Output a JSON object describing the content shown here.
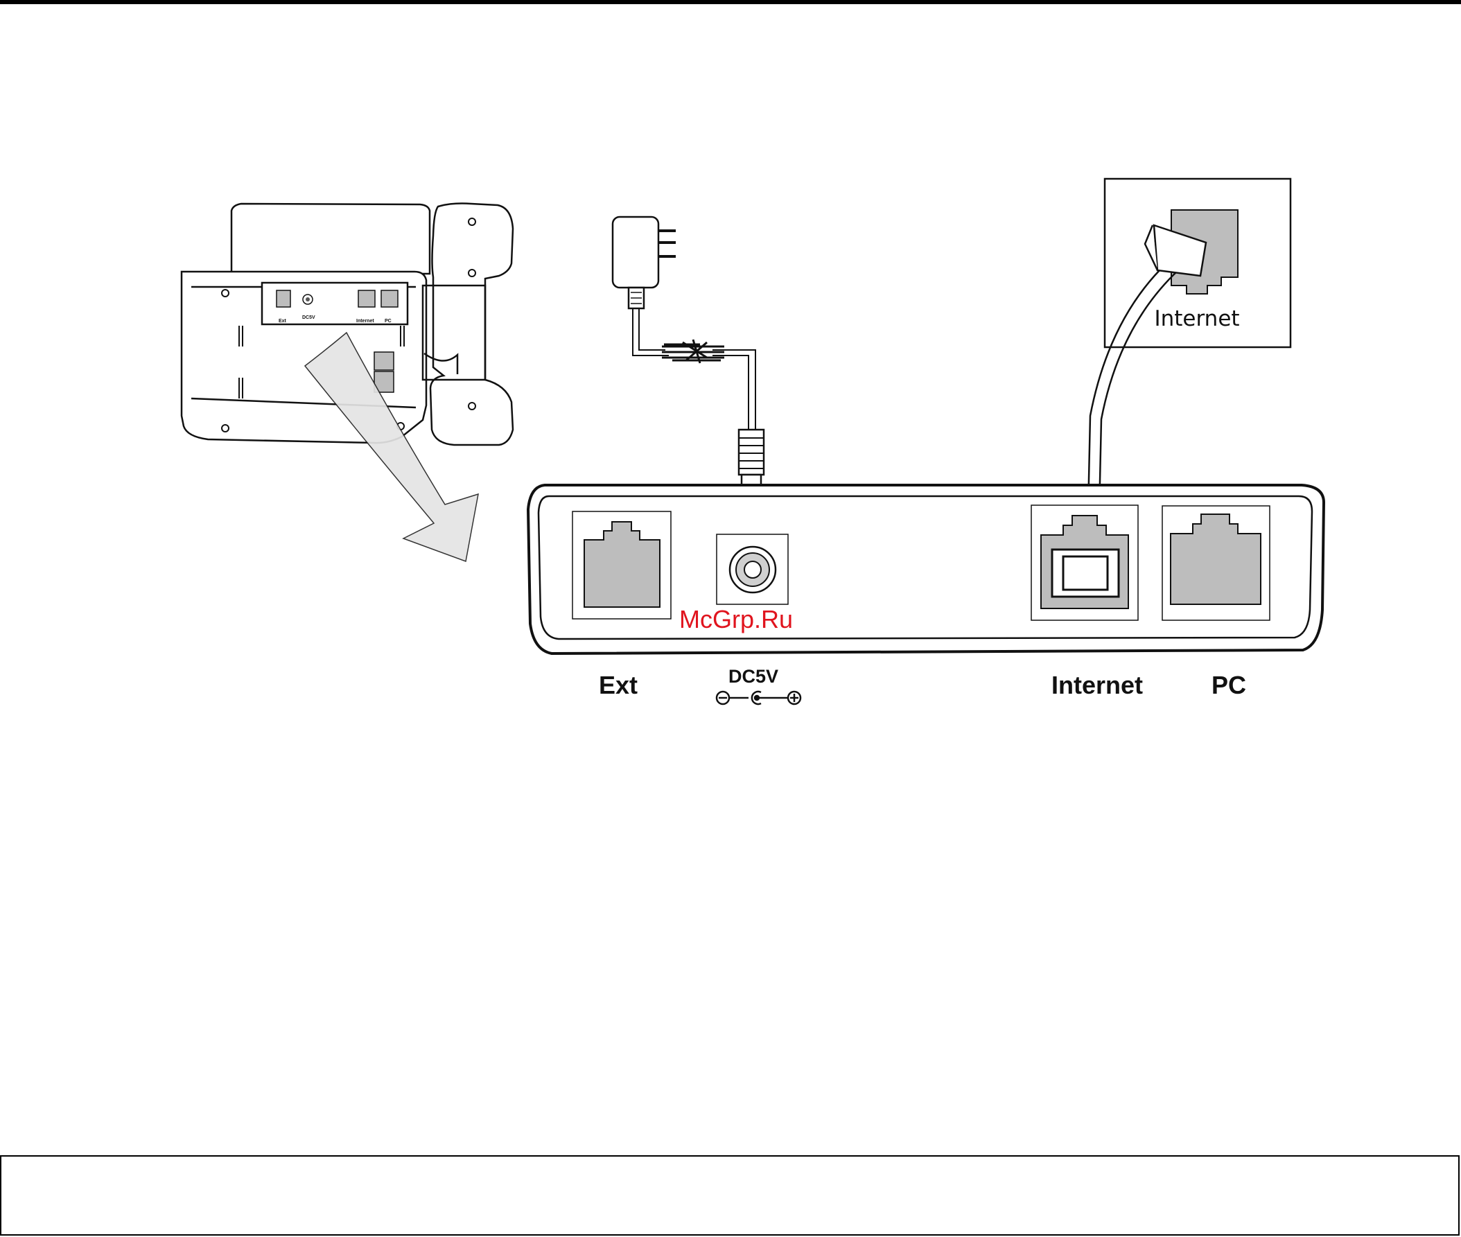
{
  "diagram": {
    "port_labels": {
      "ext": "Ext",
      "dc": "DC5V",
      "internet": "Internet",
      "pc": "PC"
    },
    "wall_jack_label": "Internet",
    "watermark": "McGrp.Ru",
    "colors": {
      "port_fill": "#bdbdbd",
      "outline": "#111111",
      "arrow_fill": "#e4e4e4",
      "watermark": "#e0141e"
    }
  }
}
